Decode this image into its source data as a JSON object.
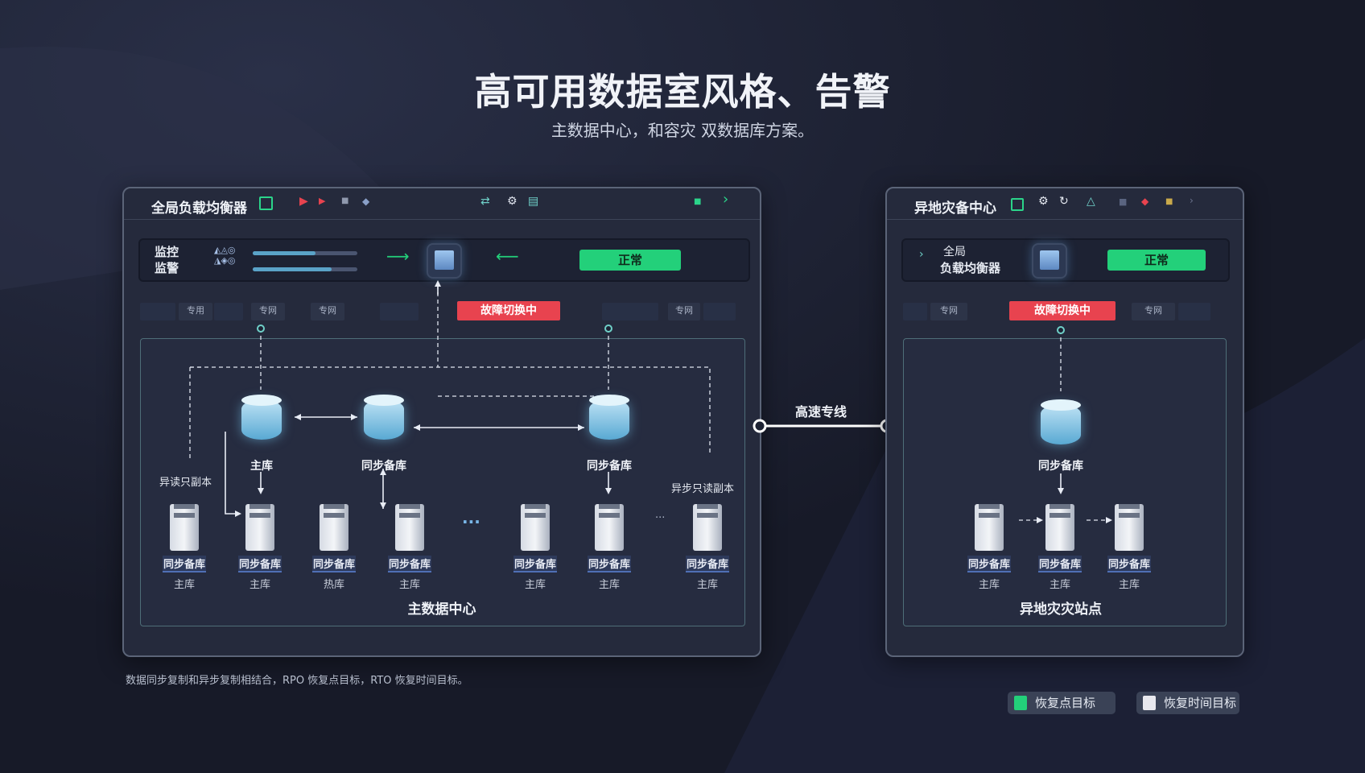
{
  "title": "高可用数据室风格、告警",
  "subtitle": "主数据中心，和容灾 双数据库方案。",
  "primary_panel": {
    "title": "全局负载均衡器",
    "monitor_line1": "监控",
    "monitor_line2": "监警",
    "status": "正常",
    "failover_badge": "故障切换中",
    "chips": [
      "专用",
      "专网",
      "专网",
      "专网"
    ],
    "zone_title": "主数据中心",
    "nodes": {
      "master": "主库",
      "sync1": "同步备库",
      "sync2": "同步备库"
    },
    "left_note": "异读只副本",
    "right_note": "异步只读副本",
    "servers": [
      {
        "label": "同步备库",
        "sub": "主库"
      },
      {
        "label": "同步备库",
        "sub": "主库"
      },
      {
        "label": "同步备库",
        "sub": "热库"
      },
      {
        "label": "同步备库",
        "sub": "主库"
      },
      {
        "label": "同步备库",
        "sub": "主库"
      },
      {
        "label": "同步备库",
        "sub": "主库"
      },
      {
        "label": "同步备库",
        "sub": "主库"
      }
    ],
    "ellipsis": "···",
    "ellipsis_small": "···"
  },
  "link": {
    "label": "高速专线"
  },
  "dr_panel": {
    "title": "异地灾备中心",
    "balancer_line1": "全局",
    "balancer_line2": "负载均衡器",
    "status": "正常",
    "failover_badge": "故障切换中",
    "chips": [
      "专网",
      "专网"
    ],
    "node": "同步备库",
    "servers": [
      {
        "label": "同步备库",
        "sub": "主库"
      },
      {
        "label": "同步备库",
        "sub": "主库"
      },
      {
        "label": "同步备库",
        "sub": "主库"
      }
    ],
    "zone_title": "异地灾灾站点"
  },
  "footnote": "数据同步复制和异步复制相结合，RPO 恢复点目标，RTO 恢复时间目标。",
  "legend": [
    {
      "label": "恢复点目标",
      "color": "#23d07a"
    },
    {
      "label": "恢复时间目标",
      "color": "#e8e8ee"
    }
  ],
  "colors": {
    "background": "#171a28",
    "ok": "#23d07a",
    "fail": "#e8434f",
    "link": "#ffffff",
    "accent": "#6fd0c8"
  }
}
